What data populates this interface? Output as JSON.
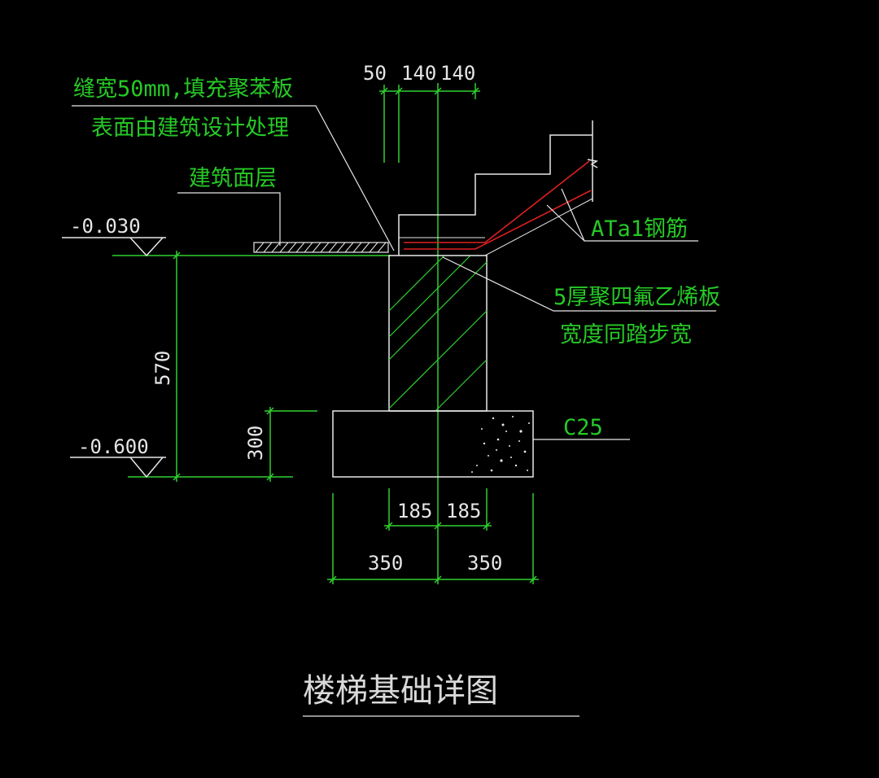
{
  "drawing": {
    "title": "楼梯基础详图",
    "annotations": {
      "joint_line1": "缝宽50mm,填充聚苯板",
      "joint_line2": "表面由建筑设计处理",
      "finish": "建筑面层",
      "rebar": "ATa1钢筋",
      "ptfe_line1": "5厚聚四氟乙烯板",
      "ptfe_line2": "宽度同踏步宽",
      "concrete": "C25"
    },
    "elevations": {
      "top": "-0.030",
      "bottom": "-0.600"
    },
    "dimensions": {
      "top_gap": "50",
      "top_left": "140",
      "top_right": "140",
      "depth": "570",
      "footing_height": "300",
      "wall_left": "185",
      "wall_right": "185",
      "footing_left": "350",
      "footing_right": "350"
    },
    "colors": {
      "background": "#000000",
      "dimension_lines": "#2fd12f",
      "outline": "#e8e8e8",
      "rebar": "#e02020",
      "labels": "#26c926"
    }
  }
}
